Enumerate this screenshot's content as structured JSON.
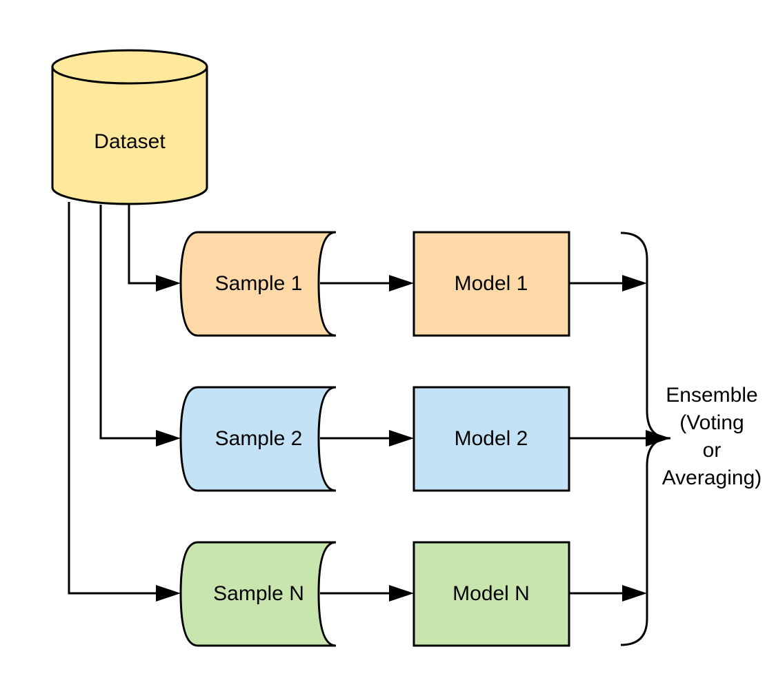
{
  "dataset": {
    "label": "Dataset",
    "color": "#fde89b"
  },
  "rows": [
    {
      "sample_label": "Sample 1",
      "model_label": "Model 1",
      "color": "#fdd9a8"
    },
    {
      "sample_label": "Sample 2",
      "model_label": "Model 2",
      "color": "#c3e2f5"
    },
    {
      "sample_label": "Sample N",
      "model_label": "Model N",
      "color": "#c7e5ad"
    }
  ],
  "ensemble": {
    "lines": [
      "Ensemble",
      "(Voting",
      "or",
      "Averaging)"
    ]
  }
}
